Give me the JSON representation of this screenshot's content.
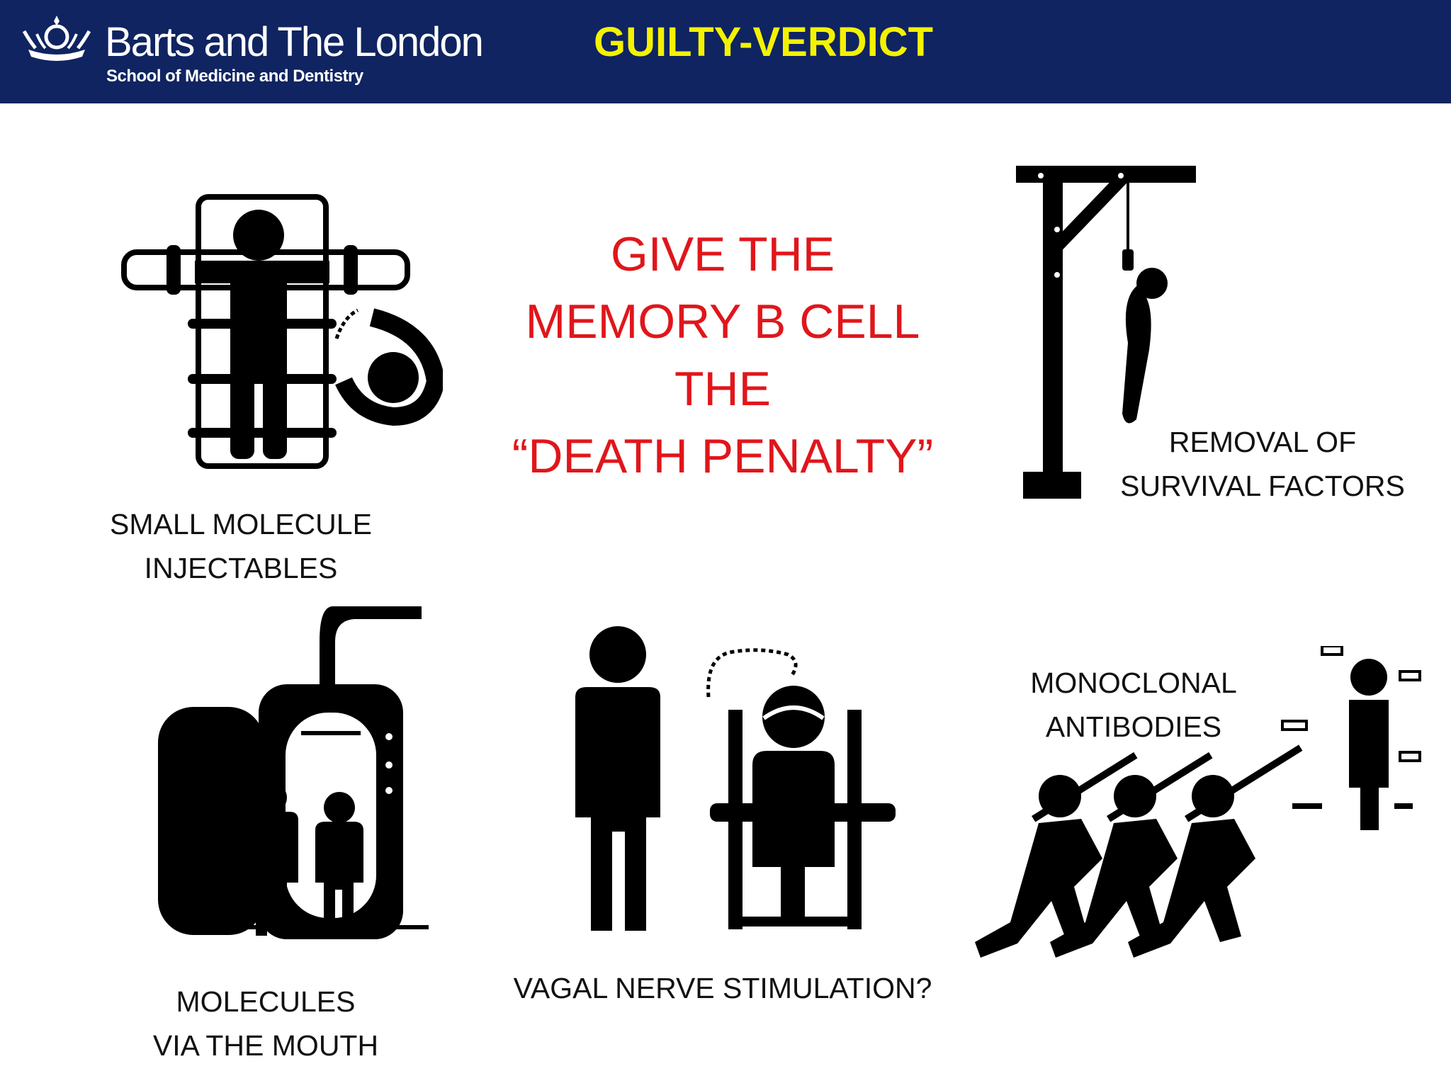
{
  "header": {
    "org_name": "Barts and The London",
    "org_subtitle": "School of Medicine and Dentistry",
    "slide_title": "GUILTY-VERDICT",
    "colors": {
      "bar": "#0f2461",
      "title": "#f4f200"
    }
  },
  "headline": {
    "lines": [
      "GIVE THE",
      "MEMORY B CELL",
      "THE",
      "“DEATH PENALTY”"
    ],
    "color": "#e0161b"
  },
  "panels": {
    "injection": {
      "caption_lines": [
        "SMALL MOLECULE",
        "INJECTABLES"
      ],
      "icon": "lethal-injection-icon"
    },
    "hanging": {
      "caption_lines": [
        "REMOVAL OF",
        "SURVIVAL FACTORS"
      ],
      "icon": "gallows-icon"
    },
    "gas_chamber": {
      "caption_lines": [
        "MOLECULES",
        "VIA THE MOUTH"
      ],
      "icon": "gas-chamber-icon"
    },
    "electric_chair": {
      "caption_lines": [
        "VAGAL NERVE STIMULATION?"
      ],
      "icon": "electric-chair-icon"
    },
    "firing_squad": {
      "caption_lines": [
        "MONOCLONAL",
        "ANTIBODIES"
      ],
      "icon": "firing-squad-icon"
    }
  }
}
